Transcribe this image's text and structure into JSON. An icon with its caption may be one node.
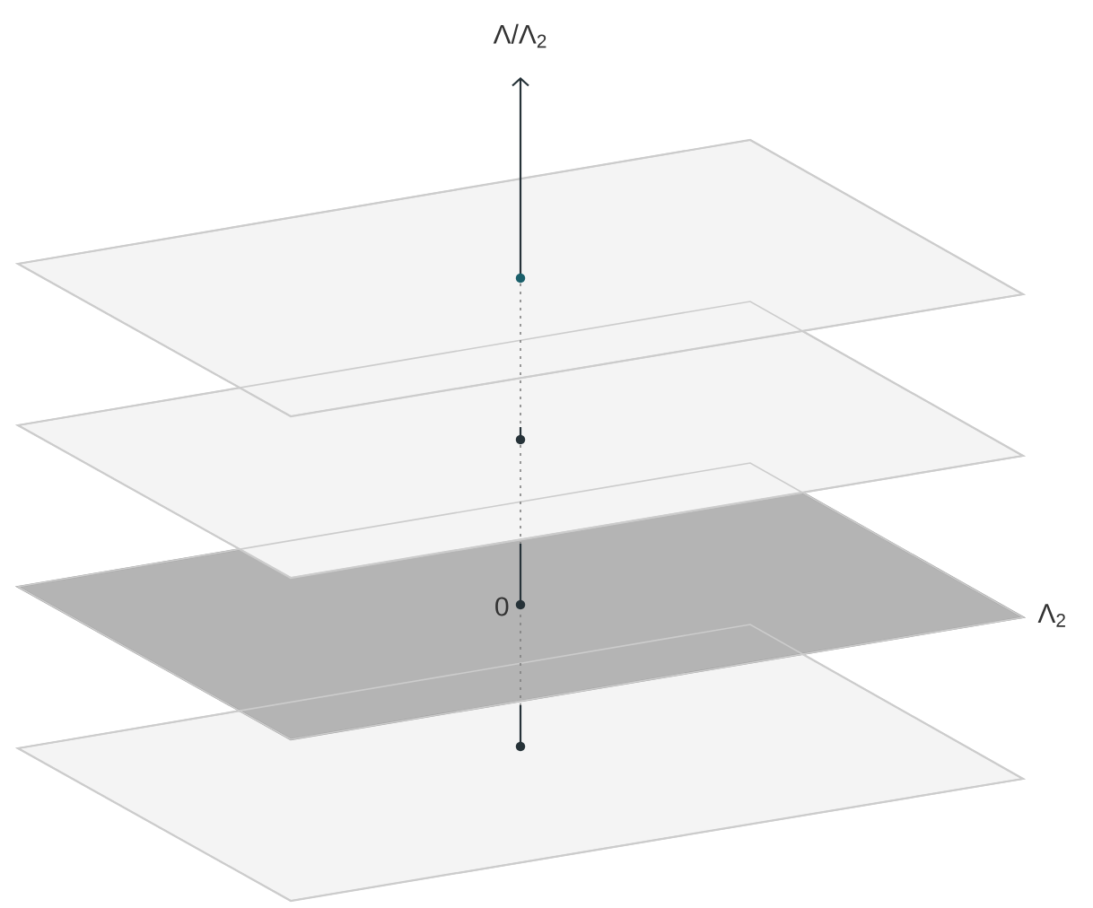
{
  "diagram": {
    "labels": [
      "Λ/Λ$_{2}$",
      "0",
      "Λ$_{2}$"
    ]
  }
}
